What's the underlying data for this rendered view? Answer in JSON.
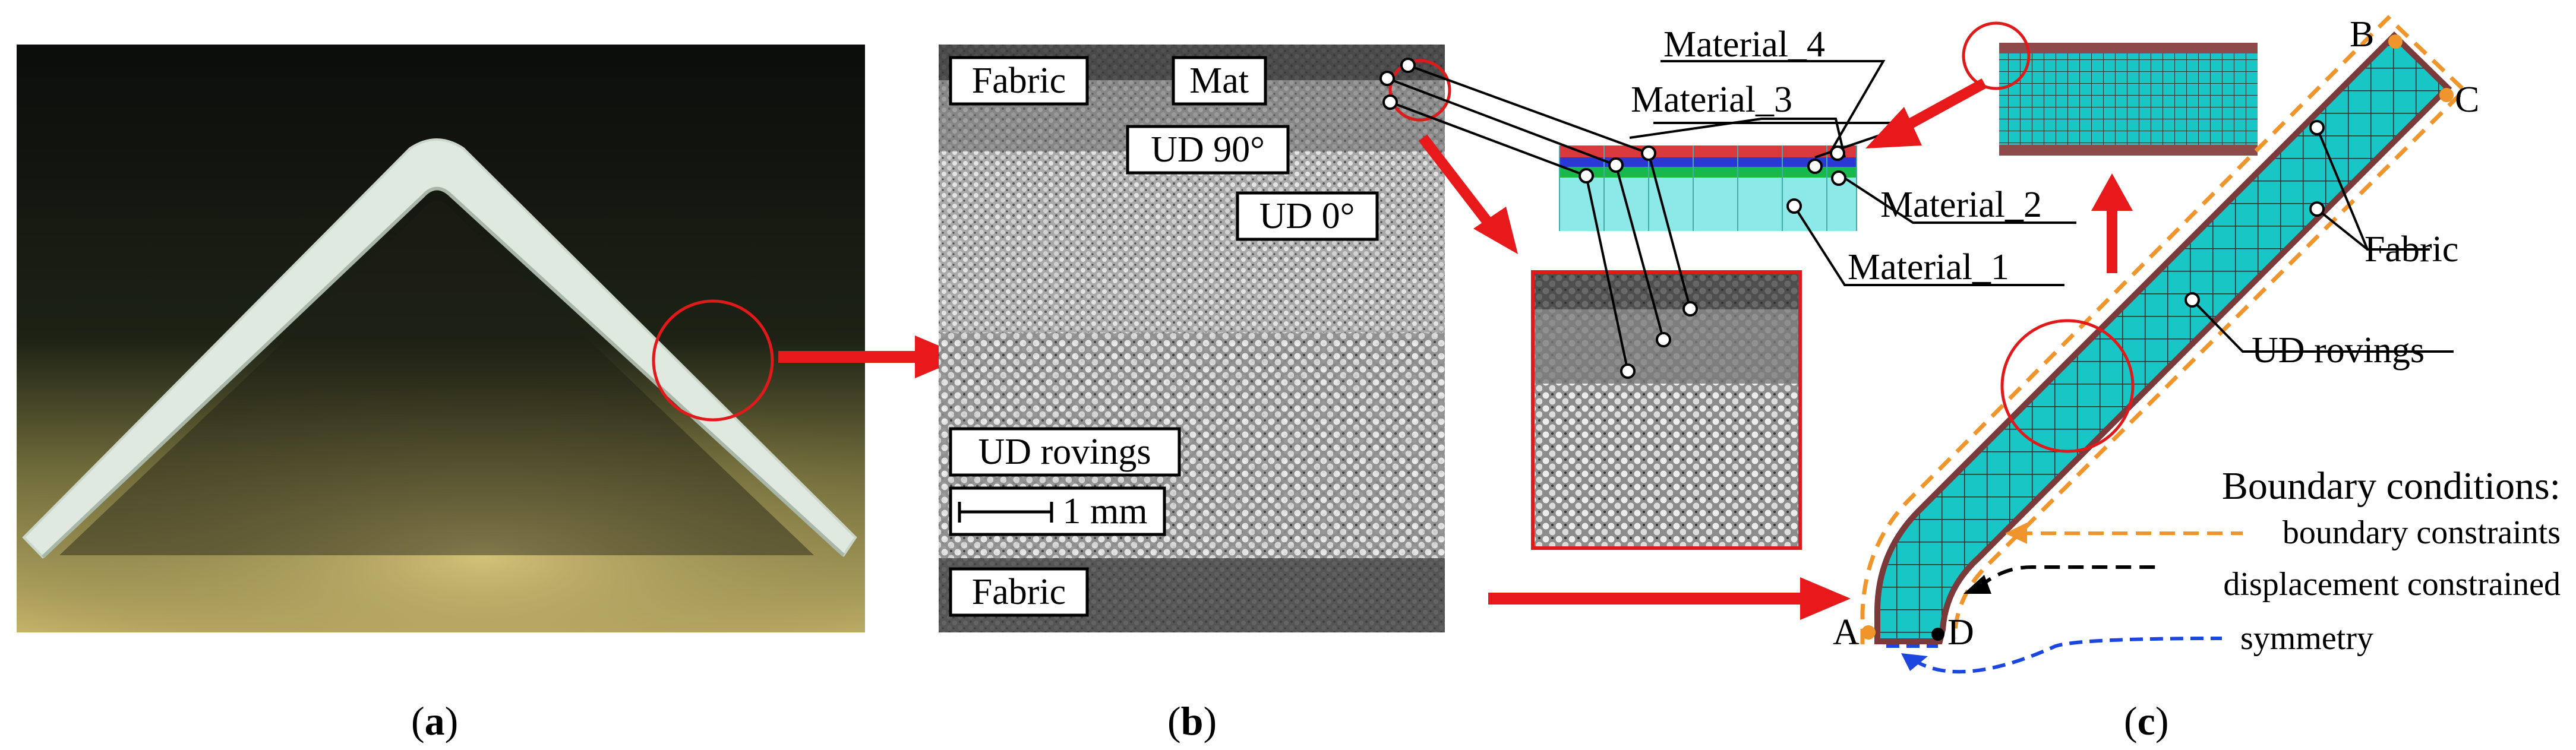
{
  "panel_a": {
    "caption_letter": "a"
  },
  "panel_b": {
    "caption_letter": "b",
    "labels": {
      "fabric_top": "Fabric",
      "mat": "Mat",
      "ud90": "UD 90°",
      "ud0": "UD 0°",
      "ud_rovings": "UD rovings",
      "scale": "1 mm",
      "fabric_bottom": "Fabric"
    }
  },
  "panel_c": {
    "caption_letter": "c",
    "materials": [
      "Material_4",
      "Material_3",
      "Material_2",
      "Material_1"
    ],
    "points": [
      "A",
      "B",
      "C",
      "D"
    ],
    "labels": {
      "fabric": "Fabric",
      "ud_rovings": "UD rovings"
    },
    "boundary": {
      "title": "Boundary conditions:",
      "items": [
        "boundary constraints",
        "displacement constrained",
        "symmetry"
      ]
    }
  },
  "colors": {
    "arrow_red": "#e8191b",
    "circle_red": "#e01a1a",
    "mesh_cyan": "#18c6c6",
    "layer_red": "#d9383c",
    "layer_blue": "#2a39d6",
    "layer_green": "#19b84a",
    "layer_cyan": "#8de8e8",
    "boundary_orange": "#f0952c",
    "symmetry_blue": "#1c46e0"
  }
}
